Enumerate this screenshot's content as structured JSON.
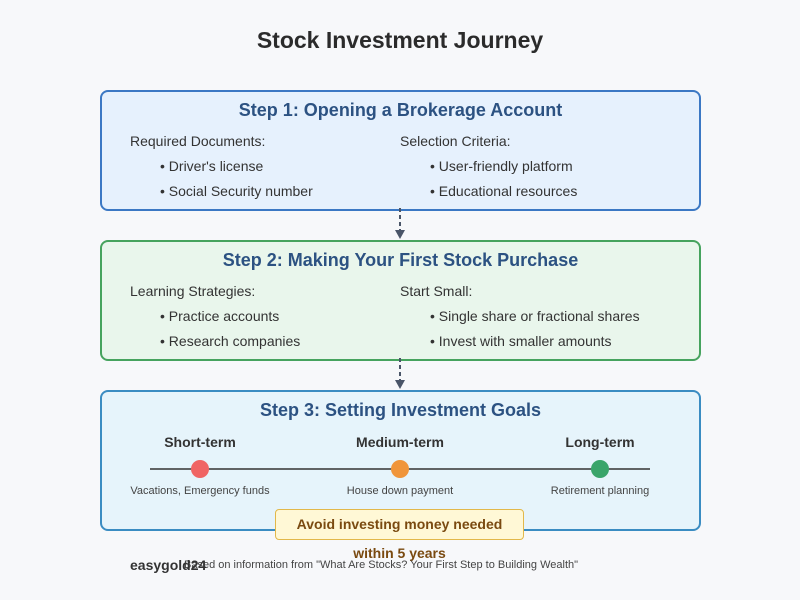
{
  "title": "Stock Investment Journey",
  "step1": {
    "title": "Step 1: Opening a Brokerage Account",
    "left": {
      "heading": "Required Documents:",
      "items": [
        "Driver's license",
        "Social Security number"
      ]
    },
    "right": {
      "heading": "Selection Criteria:",
      "items": [
        "User-friendly platform",
        "Educational resources"
      ]
    }
  },
  "step2": {
    "title": "Step 2: Making Your First Stock Purchase",
    "left": {
      "heading": "Learning Strategies:",
      "items": [
        "Practice accounts",
        "Research companies"
      ]
    },
    "right": {
      "heading": "Start Small:",
      "items": [
        "Single share or fractional shares",
        "Invest with smaller amounts"
      ]
    }
  },
  "step3": {
    "title": "Step 3: Setting Investment Goals",
    "goals": [
      {
        "label": "Short-term",
        "desc": "Vacations, Emergency funds",
        "color": "#f06464"
      },
      {
        "label": "Medium-term",
        "desc": "House down payment",
        "color": "#f0953a"
      },
      {
        "label": "Long-term",
        "desc": "Retirement planning",
        "color": "#3aa56a"
      }
    ]
  },
  "warning": "Avoid investing money needed within 5 years",
  "footer": {
    "brand": "easygold24",
    "source": "Based on information from \"What Are Stocks? Your First Step to Building Wealth\""
  }
}
